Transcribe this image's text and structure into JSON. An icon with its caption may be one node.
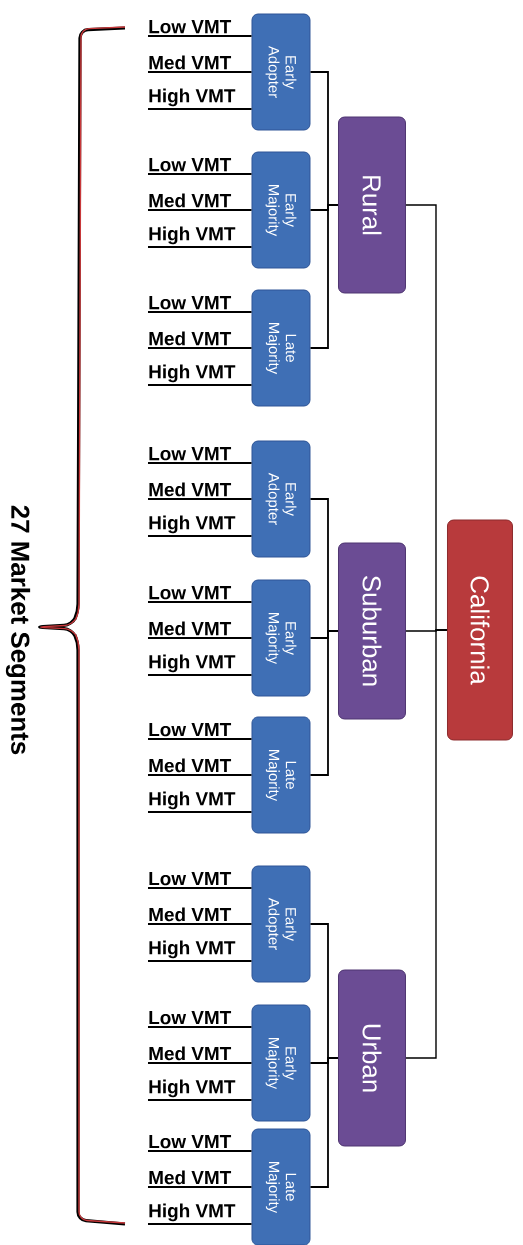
{
  "diagram": {
    "nodes": [
      {
        "text": [
          "California"
        ]
      },
      {
        "text": [
          "Rural"
        ]
      },
      {
        "text": [
          "Suburban"
        ]
      },
      {
        "text": [
          "Urban"
        ]
      },
      {
        "text": [
          "Early Adopter"
        ]
      },
      {
        "text": [
          "Early Majority"
        ]
      },
      {
        "text": [
          "Late Majority"
        ]
      },
      {
        "text": [
          "Early Adopter"
        ]
      },
      {
        "text": [
          "Early Majority"
        ]
      },
      {
        "text": [
          "Late Majority"
        ]
      },
      {
        "text": [
          "Early Adopter"
        ]
      },
      {
        "text": [
          "Early Majority"
        ]
      },
      {
        "text": [
          "Late Majority"
        ]
      },
      {
        "text": [
          "Low VMT"
        ]
      },
      {
        "text": [
          "Med VMT"
        ]
      },
      {
        "text": [
          "High VMT"
        ]
      },
      {
        "text": [
          "Low VMT"
        ]
      },
      {
        "text": [
          "Med VMT"
        ]
      },
      {
        "text": [
          "High VMT"
        ]
      },
      {
        "text": [
          "Low VMT"
        ]
      },
      {
        "text": [
          "Med VMT"
        ]
      },
      {
        "text": [
          "High VMT"
        ]
      },
      {
        "text": [
          "Low VMT"
        ]
      },
      {
        "text": [
          "Med VMT"
        ]
      },
      {
        "text": [
          "High VMT"
        ]
      },
      {
        "text": [
          "Low VMT"
        ]
      },
      {
        "text": [
          "Med VMT"
        ]
      },
      {
        "text": [
          "High VMT"
        ]
      },
      {
        "text": [
          "Low VMT"
        ]
      },
      {
        "text": [
          "Med VMT"
        ]
      },
      {
        "text": [
          "High VMT"
        ]
      },
      {
        "text": [
          "Low VMT"
        ]
      },
      {
        "text": [
          "Med VMT"
        ]
      },
      {
        "text": [
          "High VMT"
        ]
      },
      {
        "text": [
          "Low VMT"
        ]
      },
      {
        "text": [
          "Med VMT"
        ]
      },
      {
        "text": [
          "High VMT"
        ]
      },
      {
        "text": [
          "Low VMT"
        ]
      },
      {
        "text": [
          "Med VMT"
        ]
      },
      {
        "text": [
          "High VMT"
        ]
      }
    ],
    "edges": [
      {
        "from": 0,
        "to": 1,
        "arrow": "none"
      },
      {
        "from": 0,
        "to": 2,
        "arrow": "none"
      },
      {
        "from": 0,
        "to": 3,
        "arrow": "none"
      },
      {
        "from": 1,
        "to": 4,
        "arrow": "none"
      },
      {
        "from": 1,
        "to": 5,
        "arrow": "none"
      },
      {
        "from": 1,
        "to": 6,
        "arrow": "none"
      },
      {
        "from": 2,
        "to": 7,
        "arrow": "none"
      },
      {
        "from": 2,
        "to": 8,
        "arrow": "none"
      },
      {
        "from": 2,
        "to": 9,
        "arrow": "none"
      },
      {
        "from": 3,
        "to": 10,
        "arrow": "none"
      },
      {
        "from": 3,
        "to": 11,
        "arrow": "none"
      },
      {
        "from": 3,
        "to": 12,
        "arrow": "none"
      },
      {
        "from": 4,
        "to": 13,
        "arrow": "none"
      },
      {
        "from": 4,
        "to": 14,
        "arrow": "none"
      },
      {
        "from": 4,
        "to": 15,
        "arrow": "none"
      },
      {
        "from": 5,
        "to": 16,
        "arrow": "none"
      },
      {
        "from": 5,
        "to": 17,
        "arrow": "none"
      },
      {
        "from": 5,
        "to": 18,
        "arrow": "none"
      },
      {
        "from": 6,
        "to": 19,
        "arrow": "none"
      },
      {
        "from": 6,
        "to": 20,
        "arrow": "none"
      },
      {
        "from": 6,
        "to": 21,
        "arrow": "none"
      },
      {
        "from": 7,
        "to": 22,
        "arrow": "none"
      },
      {
        "from": 7,
        "to": 23,
        "arrow": "none"
      },
      {
        "from": 7,
        "to": 24,
        "arrow": "none"
      },
      {
        "from": 8,
        "to": 25,
        "arrow": "none"
      },
      {
        "from": 8,
        "to": 26,
        "arrow": "none"
      },
      {
        "from": 8,
        "to": 27,
        "arrow": "none"
      },
      {
        "from": 9,
        "to": 28,
        "arrow": "none"
      },
      {
        "from": 9,
        "to": 29,
        "arrow": "none"
      },
      {
        "from": 9,
        "to": 30,
        "arrow": "none"
      },
      {
        "from": 10,
        "to": 31,
        "arrow": "none"
      },
      {
        "from": 10,
        "to": 32,
        "arrow": "none"
      },
      {
        "from": 10,
        "to": 33,
        "arrow": "none"
      },
      {
        "from": 11,
        "to": 34,
        "arrow": "none"
      },
      {
        "from": 11,
        "to": 35,
        "arrow": "none"
      },
      {
        "from": 11,
        "to": 36,
        "arrow": "none"
      },
      {
        "from": 12,
        "to": 37,
        "arrow": "none"
      },
      {
        "from": 12,
        "to": 38,
        "arrow": "none"
      },
      {
        "from": 12,
        "to": 39,
        "arrow": "none"
      }
    ],
    "labels": [
      "27 Market Segments"
    ]
  }
}
